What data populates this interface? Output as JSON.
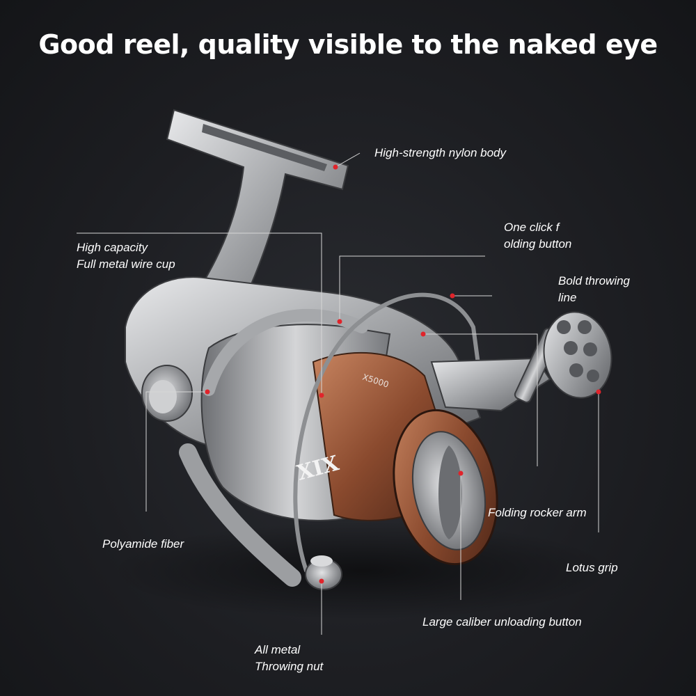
{
  "headline": "Good reel, quality visible to the naked eye",
  "product_mark": "XIX",
  "spool_imprint": "X5000",
  "colors": {
    "background": "#1d1e22",
    "text": "#ffffff",
    "marker": "#e0242b",
    "leader_line": "#d6d6d6",
    "metal": "#b9bbbe",
    "copper": "#8a4a2e"
  },
  "callouts": {
    "nylon_body": [
      "High-strength nylon body"
    ],
    "wire_cup": [
      "High capacity",
      "Full metal wire cup"
    ],
    "folding_button": [
      "One click f",
      "olding button"
    ],
    "throwing_line": [
      "Bold throwing",
      "line"
    ],
    "folding_rocker_arm": [
      "Folding rocker arm"
    ],
    "lotus_grip": [
      "Lotus grip"
    ],
    "polyamide_fiber": [
      "Polyamide fiber"
    ],
    "unloading_button": [
      "Large caliber unloading button"
    ],
    "throwing_nut": [
      "All metal",
      "Throwing nut"
    ]
  }
}
